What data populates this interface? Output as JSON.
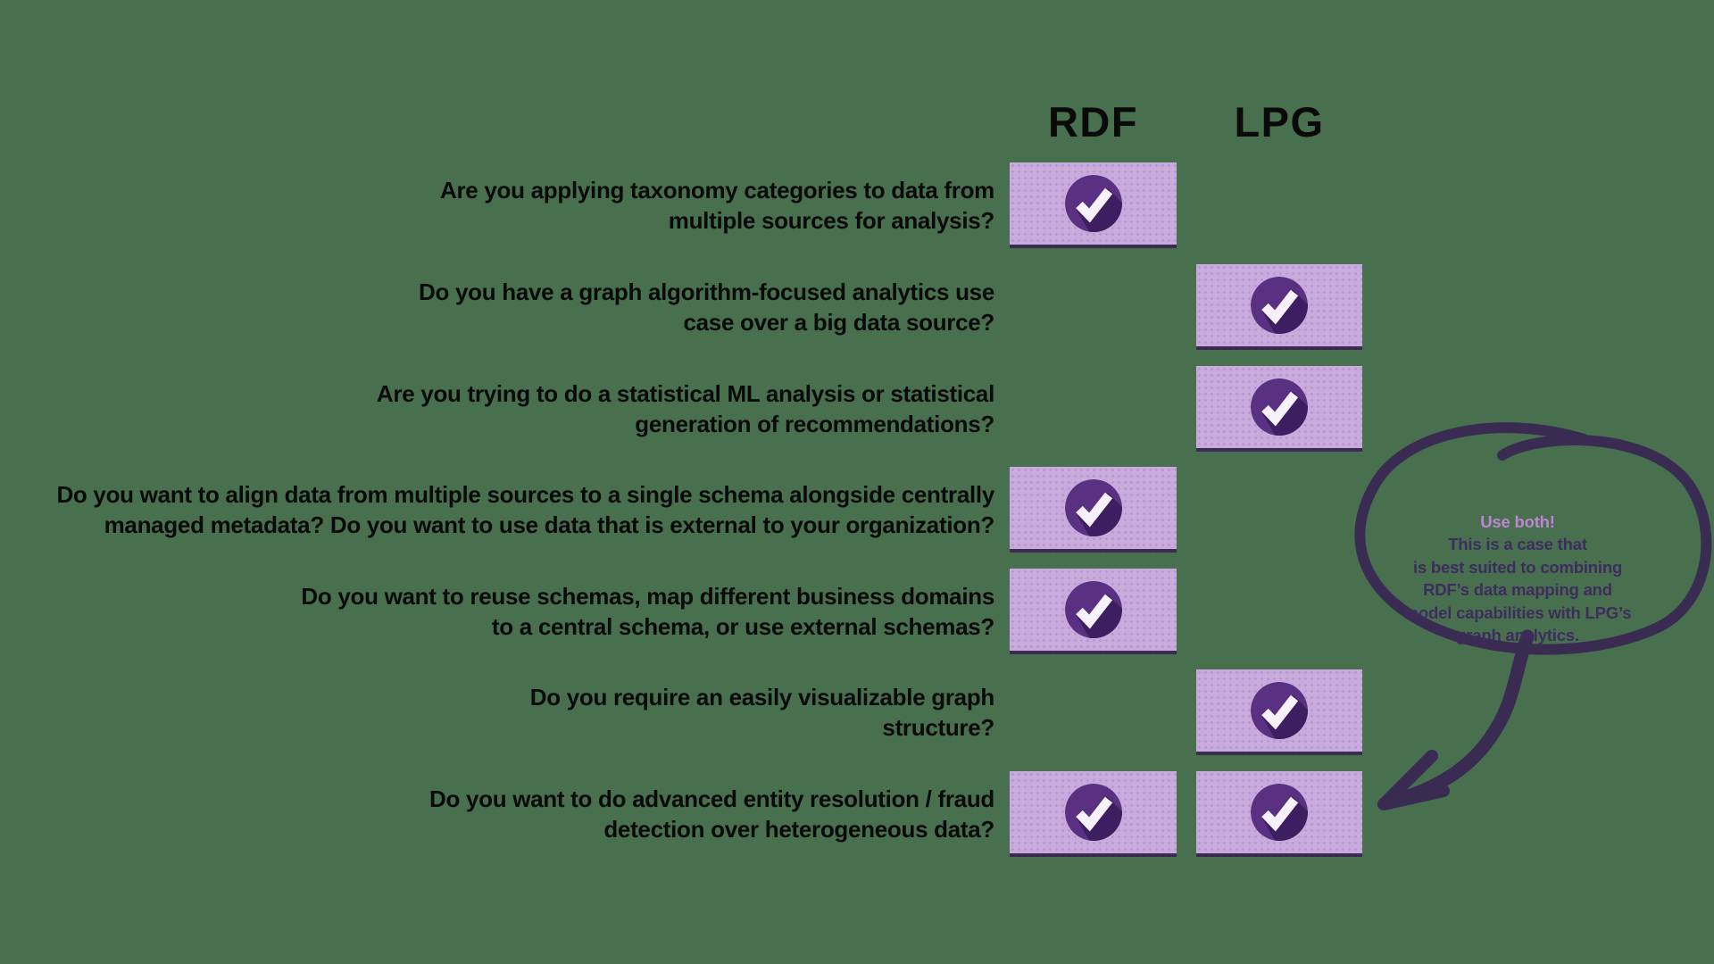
{
  "columns": {
    "rdf": "RDF",
    "lpg": "LPG"
  },
  "rows": [
    {
      "text": "Are you applying taxonomy categories to data from\nmultiple sources for analysis?",
      "rdf": true,
      "lpg": false
    },
    {
      "text": "Do you have a graph algorithm-focused analytics use\ncase over a big data source?",
      "rdf": false,
      "lpg": true
    },
    {
      "text": "Are you trying to do a statistical ML analysis or statistical\ngeneration of recommendations?",
      "rdf": false,
      "lpg": true
    },
    {
      "text": "Do you want to align data from multiple sources to a single schema alongside centrally\nmanaged metadata? Do you want to use data that is external to your organization?",
      "rdf": true,
      "lpg": false
    },
    {
      "text": "Do you want to reuse schemas, map different business domains\nto a central schema, or use external schemas?",
      "rdf": true,
      "lpg": false
    },
    {
      "text": "Do you require an easily visualizable graph\nstructure?",
      "rdf": false,
      "lpg": true
    },
    {
      "text": "Do you want to do advanced entity resolution / fraud\ndetection over heterogeneous data?",
      "rdf": true,
      "lpg": true
    }
  ],
  "bubble": {
    "highlight": "Use both!",
    "rest": "This is a case that\nis best suited to combining\nRDF’s data mapping and\nmodel capabilities with LPG’s\ngraph analytics."
  },
  "colors": {
    "background": "#48704e",
    "box": "#c8abdc",
    "check_circle": "#5a3182",
    "check_shadow": "#3d1f61",
    "check_mark": "#f6f1fa",
    "doodle": "#3a2b52",
    "highlight_text": "#bd85d6",
    "bubble_text": "#3e2c5e",
    "heading_text": "#0a0a0a"
  }
}
